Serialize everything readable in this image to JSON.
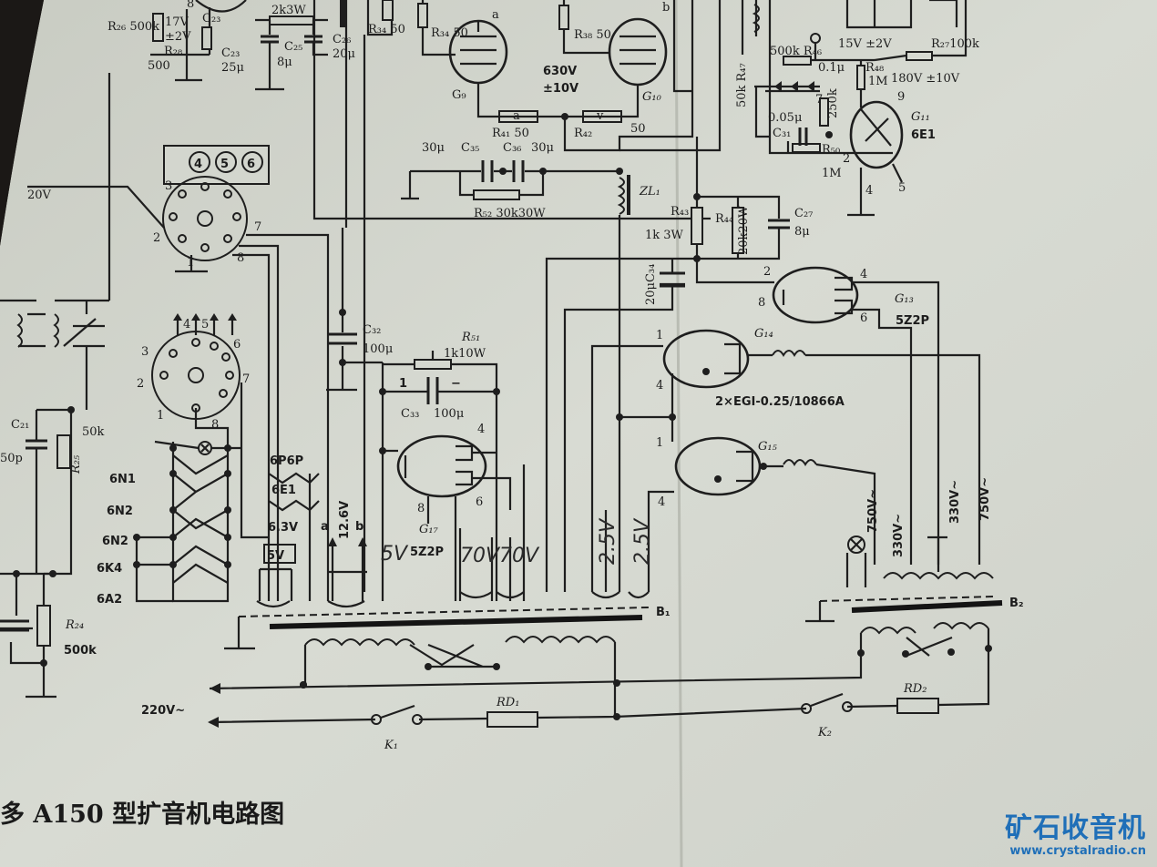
{
  "caption": "多 A150 型扩音机电路图",
  "watermark": {
    "title": "矿石收音机",
    "url": "www.crystalradio.cn"
  },
  "labels": {
    "r26": "R₂₆ 500k",
    "v17": "17V",
    "v2": "±2V",
    "r28": "R₂₈",
    "r28v": "500",
    "c23": "C₂₃",
    "c23v": "25μ",
    "r2k": "2k3W",
    "c25": "C₂₅",
    "c25v": "8μ",
    "c26": "C₂₆",
    "c26v": "20μ",
    "r34": "R₃₄ 50",
    "r38": "R₃₈ 50",
    "pa": "a",
    "pb": "b",
    "hv": "630V",
    "hvt": "±10V",
    "g9": "G₉",
    "g10": "G₁₀",
    "r41": "R₄₁  50",
    "r42": "R₄₂",
    "r42v": "50",
    "c35v": "30μ",
    "c35": "C₃₅",
    "c36": "C₃₆",
    "c36v": "30μ",
    "r52": "R₅₂ 30k30W",
    "zl1": "ZL₁",
    "r43": "R₄₃",
    "r43v": "1k 3W",
    "r44": "R₄₄",
    "r44v": "20k20W",
    "c27": "C₂₇",
    "c27v": "8μ",
    "r46": "500k R₄₆",
    "c29v": "0.1μ",
    "v15": "15V ±2V",
    "r27": "R₂₇100k",
    "r48": "R₄₈",
    "r48v": "1M",
    "v180": "180V ±10V",
    "r47": "50k R₄₇",
    "c31v": "0.05μ",
    "c31": "C₃₁",
    "r250": "250k",
    "r50": "R₅₀",
    "r50v": "1M",
    "p7": "7",
    "p9": "9",
    "p1": "1",
    "p2": "2",
    "p4": "4",
    "p5": "5",
    "g11": "G₁₁",
    "g11t": "6E1",
    "s456": [
      "4",
      "5",
      "6"
    ],
    "s3": "3",
    "s2": "2",
    "s1": "1",
    "s7": "7",
    "s8": "8",
    "t3": "3",
    "t2": "2",
    "t1": "1",
    "t8": "8",
    "t7": "7",
    "t6": "6",
    "n1": "6N1",
    "n2": "6N2",
    "n2b": "6N2",
    "k4": "6K4",
    "a2": "6A2",
    "p6p": "6P6P",
    "e1": "6E1",
    "v63": "6.3V",
    "v5": "5V",
    "c21": "C₂₁",
    "c21v": "50p",
    "r25": "R₂₅",
    "r25v": "50k",
    "r24": "R₂₄",
    "r24v": "500k",
    "v20": "20V",
    "c32": "C₃₂",
    "c32v": "100μ",
    "r51": "R₅₁",
    "r51v": "1k10W",
    "c33": "C₃₃",
    "c33v": "100μ",
    "g17p4": "4",
    "g17p8": "8",
    "g17p6": "6",
    "g17": "G₁₇",
    "g17t": "5Z2P",
    "v126": "12.6V",
    "va": "a",
    "vb": "b",
    "c34": "20μC₃₄",
    "g13p2": "2",
    "g13p8": "8",
    "g13p4": "4",
    "g13p6": "6",
    "g13": "G₁₃",
    "g13t": "5Z2P",
    "g14": "G₁₄",
    "g14p1": "1",
    "g14p4": "4",
    "egi": "2×EGI-0.25/10866A",
    "g15": "G₁₅",
    "g15p1": "1",
    "g15p4": "4",
    "v750a": "750V~",
    "v330a": "330V~",
    "v330b": "330V~",
    "v750b": "750V~",
    "b1": "B₁",
    "b2": "B₂",
    "mains": "220V~",
    "rd1": "RD₁",
    "rd2": "RD₂",
    "k1": "K₁",
    "k2": "K₂"
  },
  "handwritten": [
    "5V",
    "70V",
    "70V",
    "2.5V",
    "2.5V"
  ]
}
